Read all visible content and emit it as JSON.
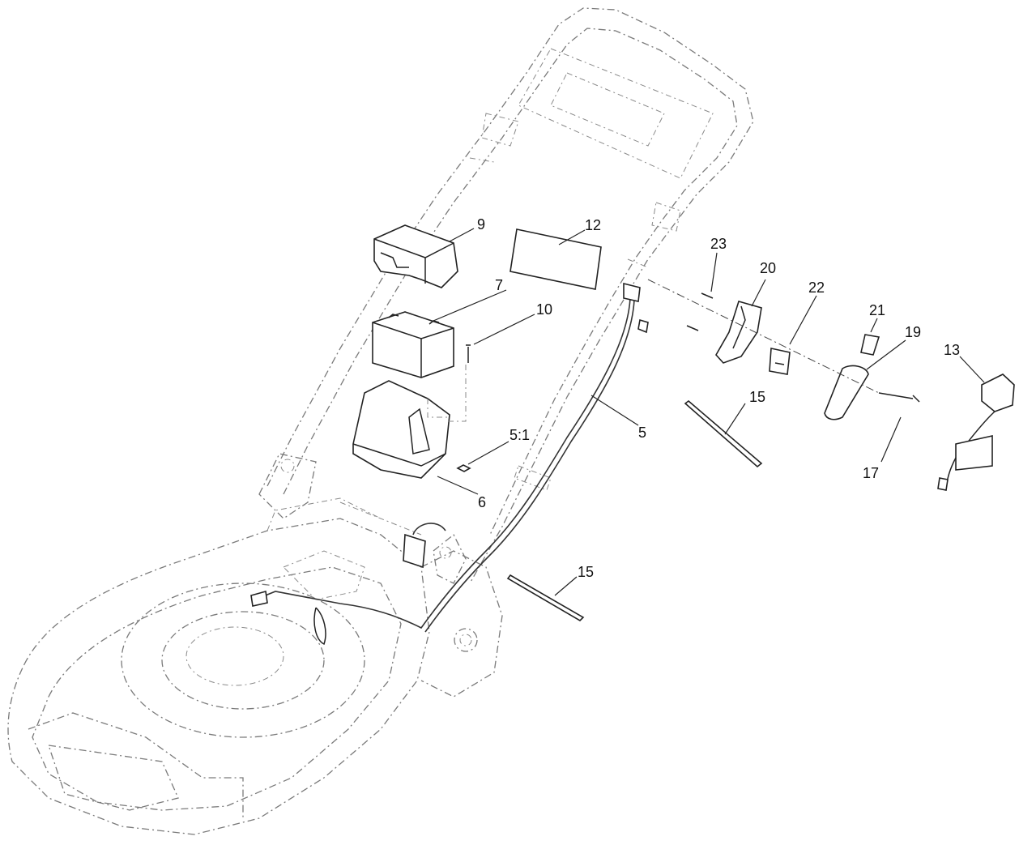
{
  "callouts": {
    "c9": "9",
    "c12": "12",
    "c7": "7",
    "c10": "10",
    "c5": "5",
    "c51": "5:1",
    "c6": "6",
    "c23": "23",
    "c20": "20",
    "c22": "22",
    "c21": "21",
    "c19": "19",
    "c13": "13",
    "c15a": "15",
    "c17": "17",
    "c15b": "15"
  }
}
